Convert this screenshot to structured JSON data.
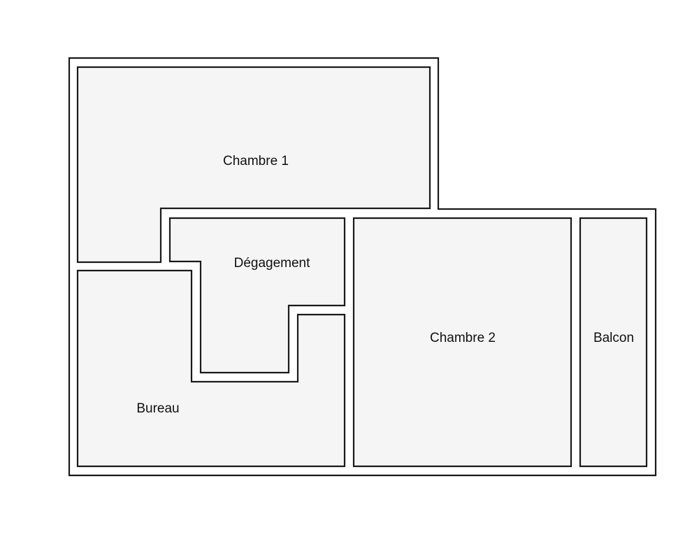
{
  "floor_plan": {
    "rooms": [
      {
        "id": "chambre-1",
        "label": "Chambre 1"
      },
      {
        "id": "degagement",
        "label": "Dégagement"
      },
      {
        "id": "bureau",
        "label": "Bureau"
      },
      {
        "id": "chambre-2",
        "label": "Chambre 2"
      },
      {
        "id": "balcon",
        "label": "Balcon"
      }
    ]
  },
  "colors": {
    "wall": "#1a1a1a",
    "room_fill": "#f5f5f5",
    "background": "#ffffff"
  }
}
